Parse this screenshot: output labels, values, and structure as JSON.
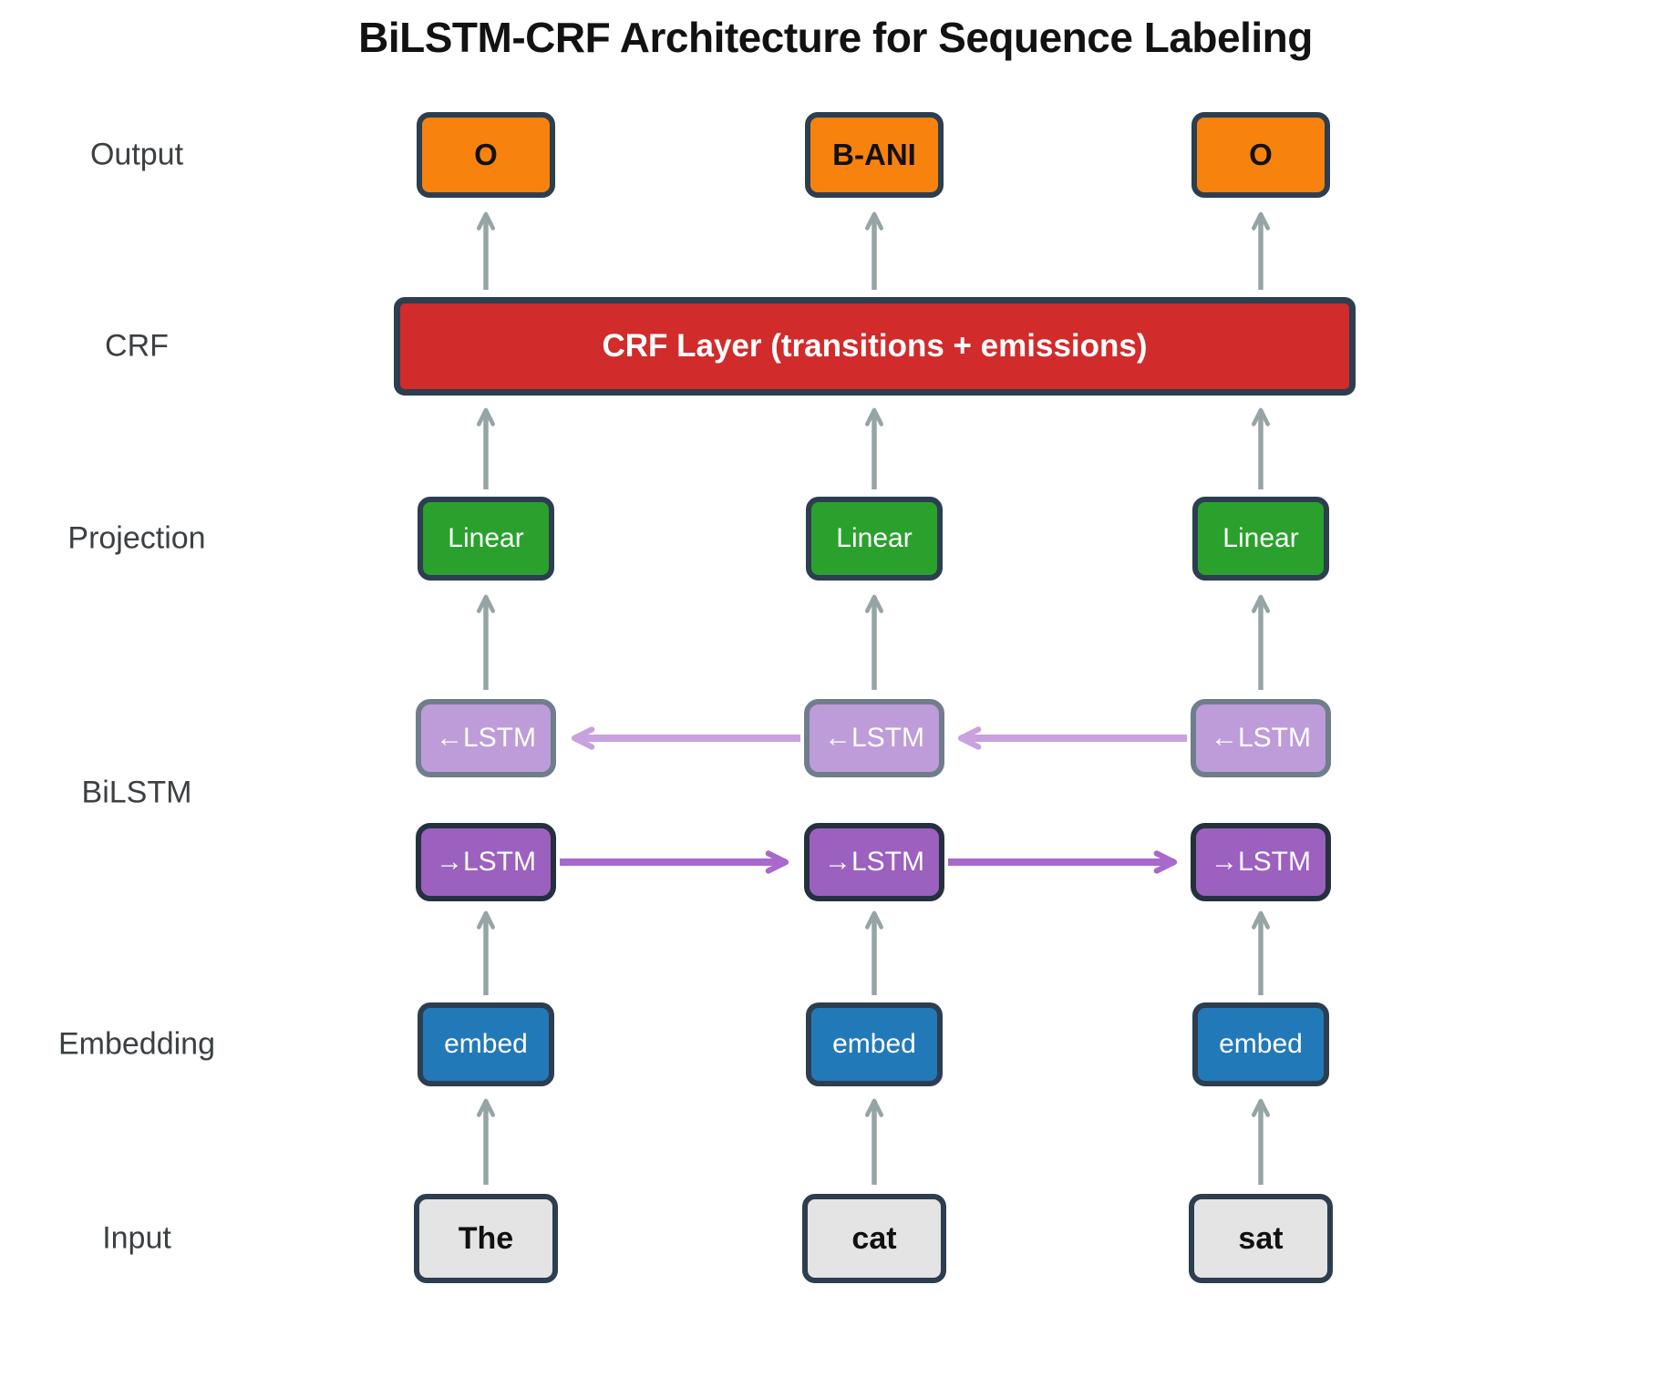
{
  "title": "BiLSTM-CRF Architecture for Sequence Labeling",
  "row_labels": {
    "output": "Output",
    "crf": "CRF",
    "projection": "Projection",
    "bilstm": "BiLSTM",
    "embedding": "Embedding",
    "input": "Input"
  },
  "layers": {
    "crf": "CRF Layer (transitions + emissions)",
    "projection": "Linear",
    "lstm_backward": "←LSTM",
    "lstm_forward": "→LSTM",
    "embedding": "embed"
  },
  "columns": [
    {
      "token": "The",
      "output": "O"
    },
    {
      "token": "cat",
      "output": "B-ANI"
    },
    {
      "token": "sat",
      "output": "O"
    }
  ],
  "colors": {
    "orange": "#F7820D",
    "red": "#D12B2B",
    "green": "#2AA12C",
    "blue": "#2279B8",
    "purple_fwd": "#9C60BF",
    "purple_fwd_border": "#25313E",
    "purple_bwd": "#BE9CD9",
    "purple_bwd_border": "#707D8C",
    "arrow_fwd": "#A968CC",
    "arrow_bwd": "#C8A2DF",
    "arrow_gray": "#95A5A6",
    "border_dark": "#2C3E50",
    "input_fill": "#E4E4E4"
  }
}
